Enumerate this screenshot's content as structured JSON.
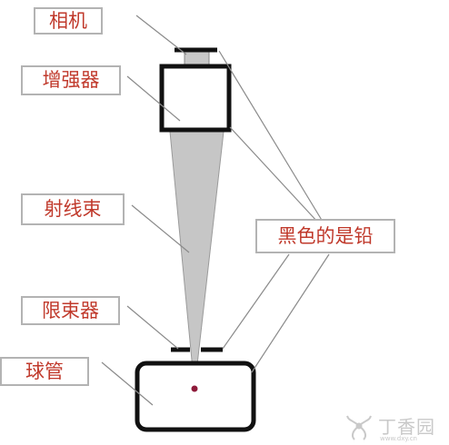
{
  "labels": {
    "camera": "相机",
    "intensifier": "增强器",
    "beam": "射线束",
    "collimator": "限束器",
    "tube": "球管",
    "lead": "黑色的是铅"
  },
  "watermark": {
    "main": "丁香园",
    "sub": "www.dxy.cn"
  },
  "colors": {
    "label_text": "#c0392b",
    "label_border": "#b3b3b3",
    "outline": "#111111",
    "beam_fill": "#c6c6c6",
    "camera_fill": "#c9c9c9",
    "focal_point": "#8e1b3a",
    "leader_line": "#8a8a8a"
  },
  "icons": {
    "watermark_logo": "dingxiangyuan-logo-icon"
  }
}
